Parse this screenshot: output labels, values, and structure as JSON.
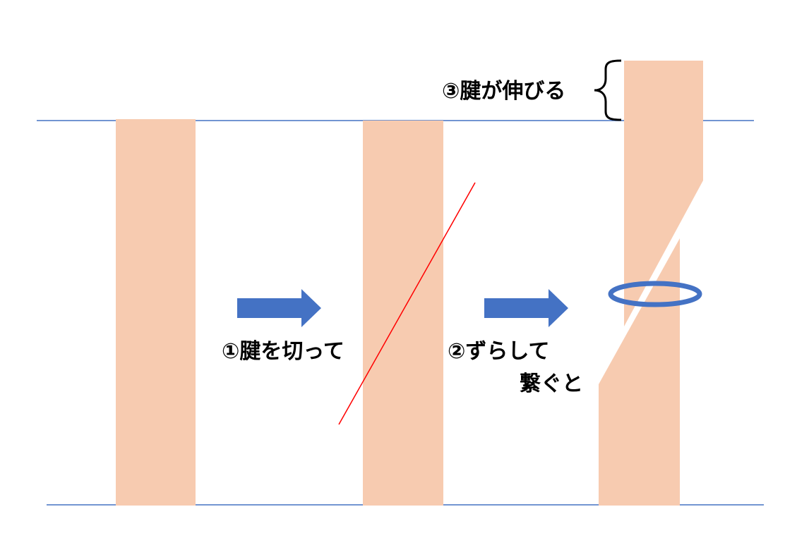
{
  "colors": {
    "tendon": "#f7cbb0",
    "line": "#4472c4",
    "arrow": "#4472c4",
    "cut": "#ff0000",
    "ring": "#4472c4",
    "text": "#000000"
  },
  "labels": {
    "step1": "①腱を切って",
    "step2_line1": "②ずらして",
    "step2_line2": "繋ぐと",
    "step3": "③腱が伸びる"
  }
}
